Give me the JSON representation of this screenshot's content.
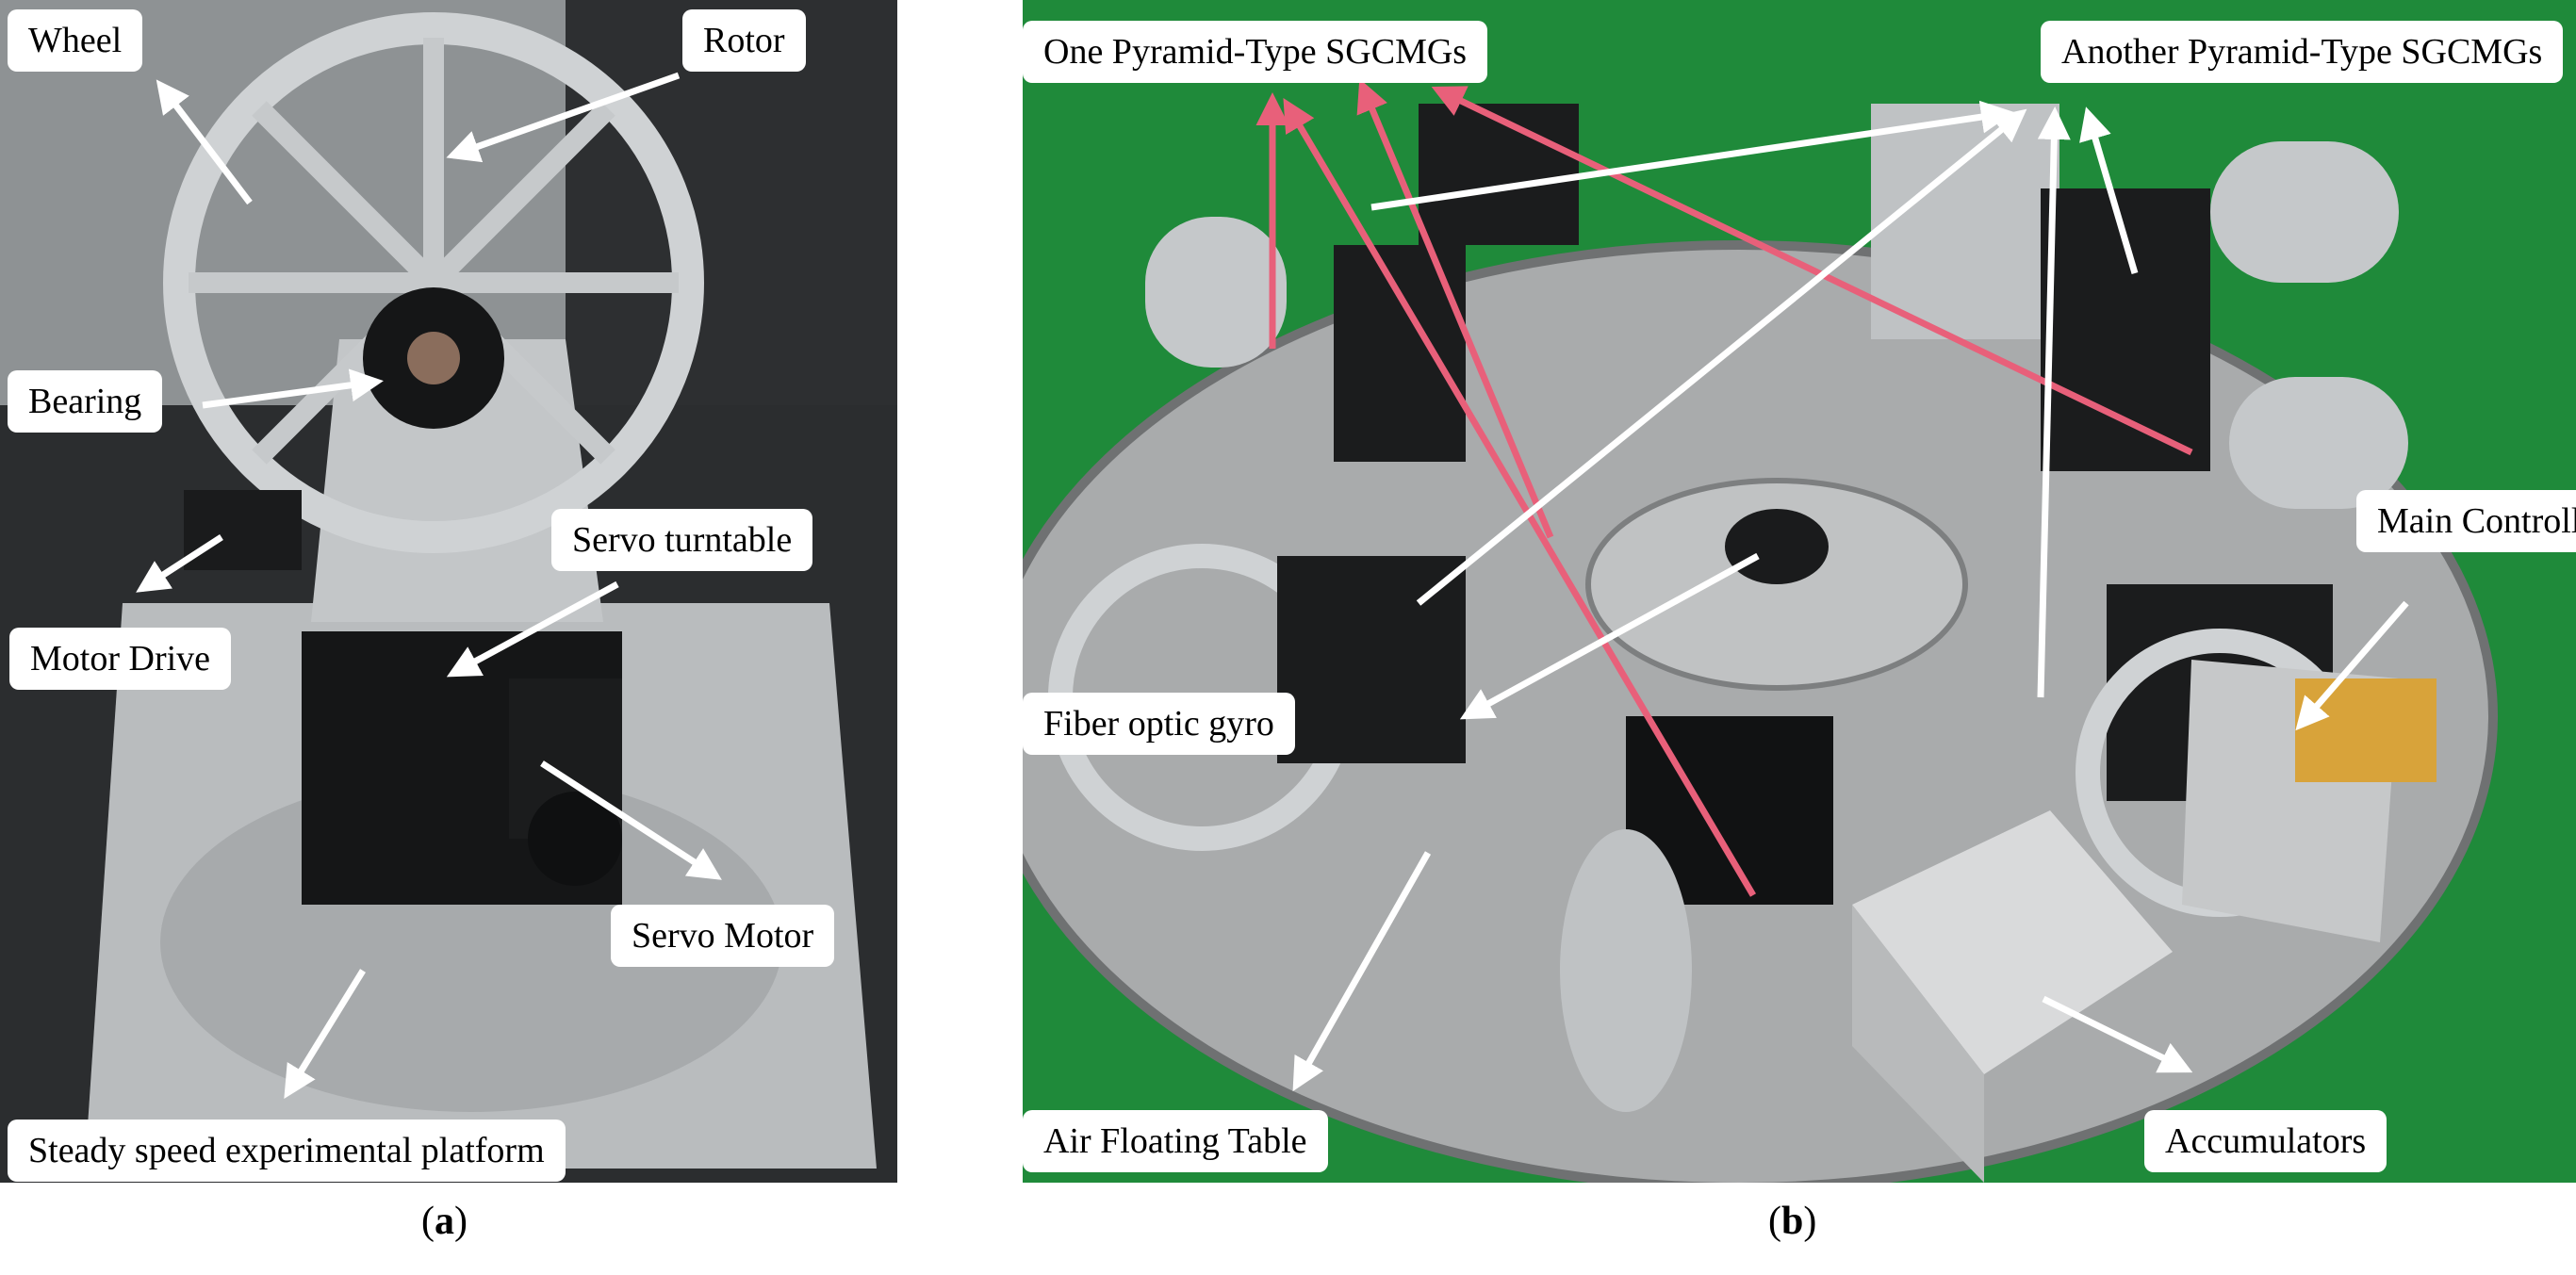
{
  "figure": {
    "panel_a": {
      "caption_open": "(",
      "caption_letter": "a",
      "caption_close": ")",
      "labels": {
        "wheel": "Wheel",
        "rotor": "Rotor",
        "bearing": "Bearing",
        "servo_turntable": "Servo turntable",
        "motor_drive": "Motor Drive",
        "servo_motor": "Servo Motor",
        "platform": "Steady speed experimental platform"
      }
    },
    "panel_b": {
      "caption_open": "(",
      "caption_letter": "b",
      "caption_close": ")",
      "labels": {
        "one_pyramid": "One Pyramid-Type SGCMGs",
        "another_pyramid": "Another Pyramid-Type SGCMGs",
        "main_controller": "Main Controller",
        "fiber_optic_gyro": "Fiber optic gyro",
        "air_floating_table": "Air Floating Table",
        "accumulators": "Accumulators"
      }
    }
  },
  "colors": {
    "arrow_white": "#ffffff",
    "arrow_pink": "#e8607a",
    "floor_green": "#1f8a3a",
    "table_gray": "#a9abac",
    "lab_background": "#4a4f52"
  }
}
